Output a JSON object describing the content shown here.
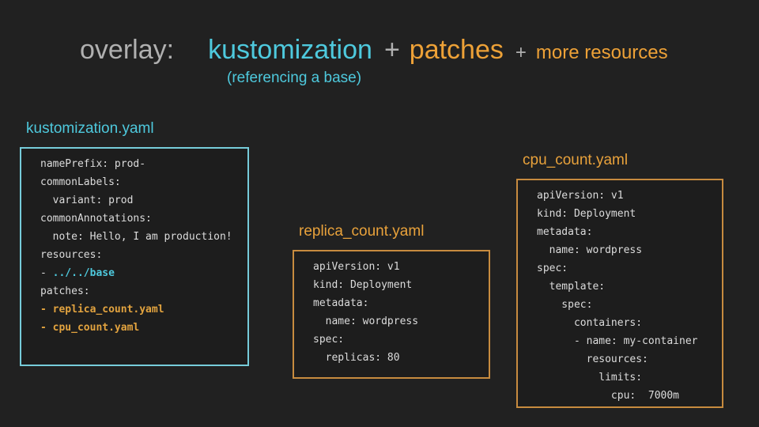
{
  "colors": {
    "background": "#212121",
    "panel_background": "#1d1d1d",
    "cyan_accent": "#4ec9dd",
    "orange_accent": "#eda137",
    "gray_text": "#b0b0b0",
    "code_text": "#dcdcdc"
  },
  "title": {
    "overlay": "overlay:",
    "kustomization": "kustomization",
    "plus1": "+",
    "patches": "patches",
    "plus2": "+",
    "more_resources": "more resources",
    "subtitle": "(referencing a base)"
  },
  "panels": [
    {
      "label": "kustomization.yaml",
      "accent": "cyan",
      "lines": [
        [
          {
            "t": "namePrefix: prod-",
            "c": "plain"
          }
        ],
        [
          {
            "t": "commonLabels:",
            "c": "plain"
          }
        ],
        [
          {
            "t": "  variant: prod",
            "c": "plain"
          }
        ],
        [
          {
            "t": "commonAnnotations:",
            "c": "plain"
          }
        ],
        [
          {
            "t": "  note: Hello, I am production!",
            "c": "plain"
          }
        ],
        [
          {
            "t": "resources:",
            "c": "plain"
          }
        ],
        [
          {
            "t": "- ",
            "c": "plain"
          },
          {
            "t": "../../base",
            "c": "cyan"
          }
        ],
        [
          {
            "t": "patches:",
            "c": "plain"
          }
        ],
        [
          {
            "t": "- replica_count.yaml",
            "c": "orange"
          }
        ],
        [
          {
            "t": "- cpu_count.yaml",
            "c": "orange"
          }
        ]
      ]
    },
    {
      "label": "replica_count.yaml",
      "accent": "orange",
      "lines": [
        [
          {
            "t": "apiVersion: v1",
            "c": "plain"
          }
        ],
        [
          {
            "t": "kind: Deployment",
            "c": "plain"
          }
        ],
        [
          {
            "t": "metadata:",
            "c": "plain"
          }
        ],
        [
          {
            "t": "  name: wordpress",
            "c": "plain"
          }
        ],
        [
          {
            "t": "spec:",
            "c": "plain"
          }
        ],
        [
          {
            "t": "  replicas: 80",
            "c": "plain"
          }
        ]
      ]
    },
    {
      "label": "cpu_count.yaml",
      "accent": "orange",
      "lines": [
        [
          {
            "t": "apiVersion: v1",
            "c": "plain"
          }
        ],
        [
          {
            "t": "kind: Deployment",
            "c": "plain"
          }
        ],
        [
          {
            "t": "metadata:",
            "c": "plain"
          }
        ],
        [
          {
            "t": "  name: wordpress",
            "c": "plain"
          }
        ],
        [
          {
            "t": "spec:",
            "c": "plain"
          }
        ],
        [
          {
            "t": "  template:",
            "c": "plain"
          }
        ],
        [
          {
            "t": "    spec:",
            "c": "plain"
          }
        ],
        [
          {
            "t": "      containers:",
            "c": "plain"
          }
        ],
        [
          {
            "t": "      - name: my-container",
            "c": "plain"
          }
        ],
        [
          {
            "t": "        resources:",
            "c": "plain"
          }
        ],
        [
          {
            "t": "          limits:",
            "c": "plain"
          }
        ],
        [
          {
            "t": "            cpu:  7000m",
            "c": "plain"
          }
        ]
      ]
    }
  ]
}
